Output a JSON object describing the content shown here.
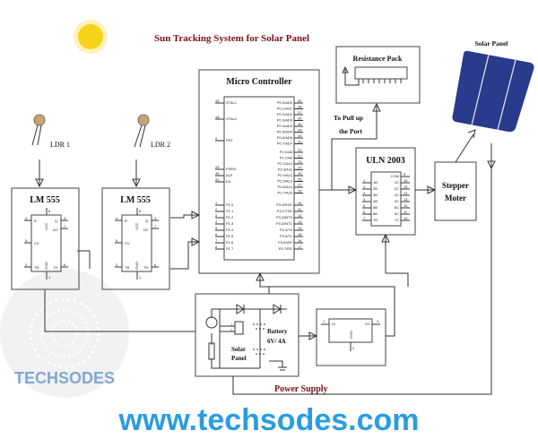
{
  "title": "Sun Tracking System for Solar Panel",
  "watermark": "www.techsodes.com",
  "watermark_logo": "TECHSODES",
  "colors": {
    "title": "#7a1010",
    "wire": "#333333",
    "watermark": "#2a9de0",
    "sun": "#f7d21a",
    "panel": "#2a3a8c"
  },
  "ldr": [
    {
      "label": "LDR 1"
    },
    {
      "label": "LDR 2"
    }
  ],
  "timers": [
    {
      "title": "LM 555"
    },
    {
      "title": "LM 555"
    }
  ],
  "timer_pins": {
    "names": [
      "R",
      "VCC",
      "Q",
      "DC",
      "CV",
      "TR",
      "GND",
      "TH"
    ],
    "numbers": [
      "4",
      "8",
      "3",
      "7",
      "5",
      "2",
      "1",
      "6"
    ]
  },
  "micro": {
    "title": "Micro Controller",
    "left_pins": [
      "XTAL1",
      "XTAL2",
      "RST",
      "PSEN",
      "ALE",
      "EA",
      "P1.0",
      "P1.1",
      "P1.2",
      "P1.3",
      "P1.4",
      "P1.5",
      "P1.6",
      "P1.7"
    ],
    "left_numbers": [
      "19",
      "18",
      "9",
      "29",
      "30",
      "31",
      "1",
      "2",
      "3",
      "4",
      "5",
      "6",
      "7",
      "8"
    ],
    "right_pins": [
      "P0.0/AD0",
      "P0.1/AD1",
      "P0.2/AD2",
      "P0.3/AD3",
      "P0.4/AD4",
      "P0.5/AD5",
      "P0.6/AD6",
      "P0.7/AD7",
      "P2.0/A8",
      "P2.1/A9",
      "P2.2/A10",
      "P2.3/A11",
      "P2.4/A12",
      "P2.5/A13",
      "P2.6/A14",
      "P2.7/A15",
      "P3.0/RXD",
      "P3.1/TXD",
      "P3.2/INT0",
      "P3.3/INT1",
      "P3.4/T0",
      "P3.5/T1",
      "P3.6/WR",
      "P3.7/RD"
    ],
    "right_numbers": [
      "39",
      "38",
      "37",
      "36",
      "35",
      "34",
      "33",
      "32",
      "21",
      "22",
      "23",
      "24",
      "25",
      "26",
      "27",
      "28",
      "10",
      "11",
      "12",
      "13",
      "14",
      "15",
      "16",
      "17"
    ]
  },
  "resistance_pack": {
    "title": "Resistance Pack"
  },
  "pullup_note": [
    "To Pull up",
    "the Port"
  ],
  "uln": {
    "title": "ULN 2003",
    "left_pins": [
      "1B",
      "2B",
      "3B",
      "4B",
      "5B",
      "6B",
      "7B"
    ],
    "left_numbers": [
      "1",
      "2",
      "3",
      "4",
      "5",
      "6",
      "7"
    ],
    "right_pins": [
      "COM",
      "1C",
      "2C",
      "3C",
      "4C",
      "5C",
      "6C",
      "7C"
    ],
    "right_numbers": [
      "9",
      "16",
      "15",
      "14",
      "13",
      "12",
      "11",
      "10"
    ]
  },
  "stepper": {
    "line1": "Stepper",
    "line2": "Moter"
  },
  "solar_panel": {
    "label": "Solar Panel"
  },
  "power_supply": {
    "label": "Power Supply",
    "battery_line1": "Battery",
    "battery_line2": "6V/ 4A",
    "panel_line1": "Solar",
    "panel_line2": "Panel",
    "connector_pins": [
      "1",
      "2"
    ]
  },
  "regulator": {
    "pins": [
      "VI",
      "VO",
      "GND"
    ],
    "numbers": [
      "1",
      "3",
      "2"
    ]
  }
}
